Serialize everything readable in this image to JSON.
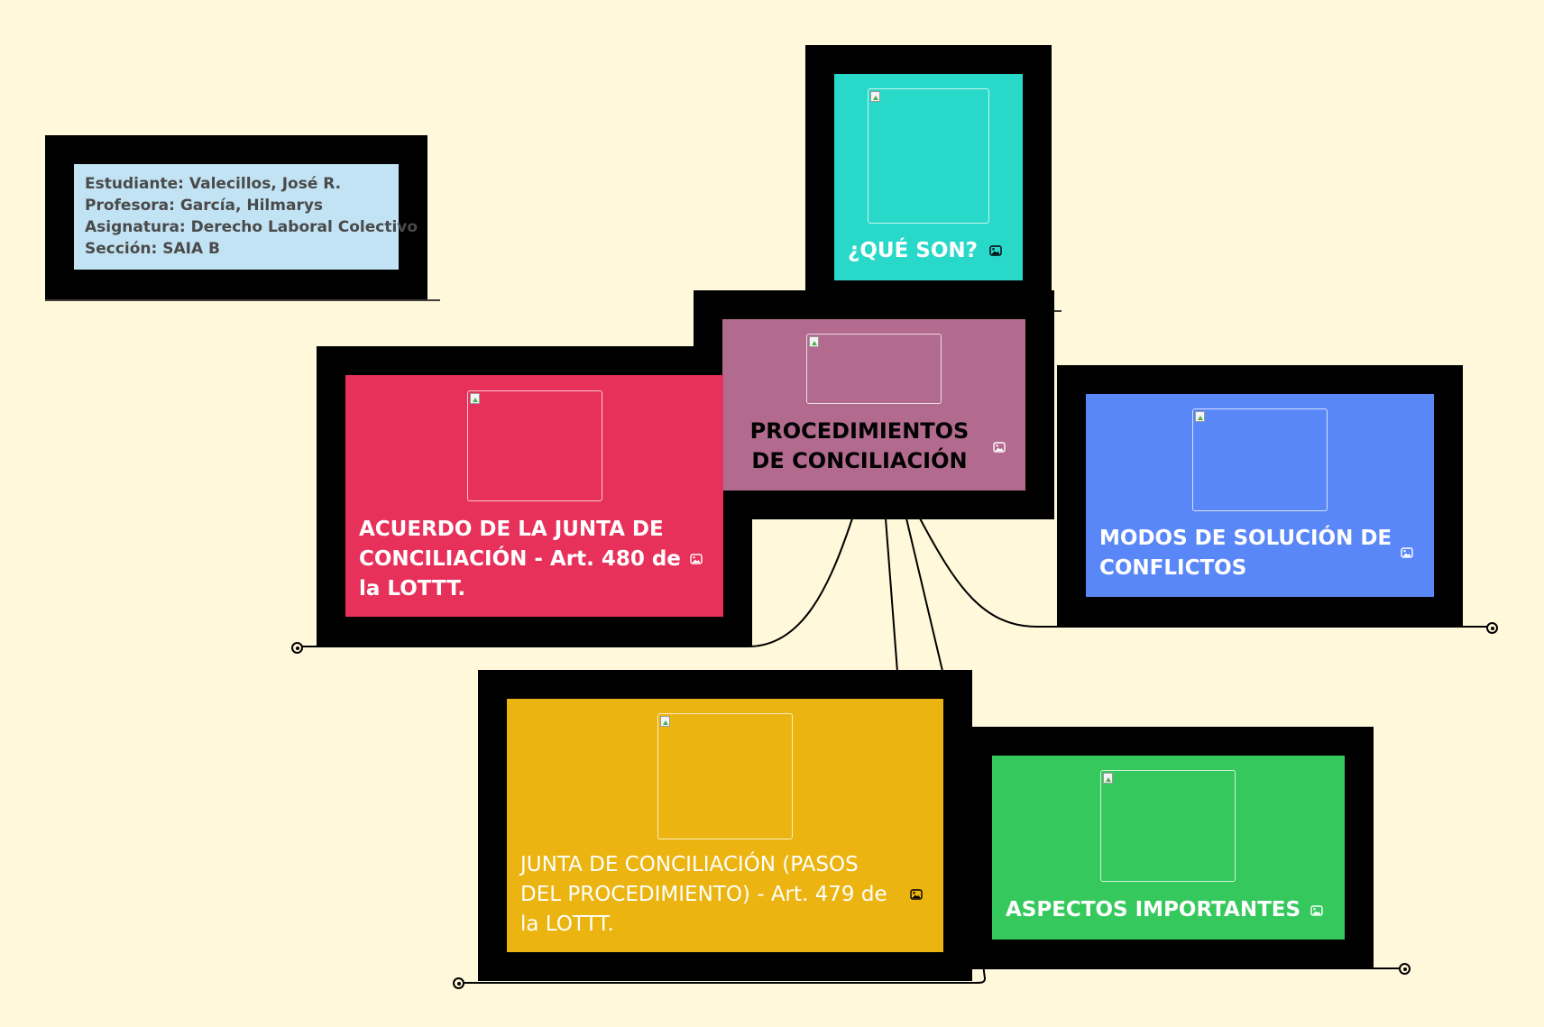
{
  "colors": {
    "background": "#FFF8DA",
    "frame": "#000000",
    "info_box": "#C2E3F4",
    "que_son": "#28D8C8",
    "central": "#B26B8F",
    "acuerdo": "#E7305A",
    "modos": "#5987F7",
    "junta": "#EBB410",
    "aspectos": "#35C95D"
  },
  "info_box": {
    "lines": [
      "Estudiante: Valecillos, José R.",
      "Profesora: García, Hilmarys",
      "Asignatura: Derecho Laboral Colectivo",
      "Sección: SAIA B"
    ]
  },
  "nodes": {
    "central": {
      "label": "PROCEDIMIENTOS DE CONCILIACIÓN",
      "icon": "image-icon"
    },
    "que_son": {
      "label": "¿QUÉ SON?",
      "icon": "image-icon"
    },
    "acuerdo": {
      "label": "ACUERDO DE LA JUNTA DE CONCILIACIÓN - Art. 480 de la LOTTT.",
      "icon": "image-icon"
    },
    "modos": {
      "label": "MODOS DE SOLUCIÓN DE CONFLICTOS",
      "icon": "image-icon"
    },
    "junta": {
      "label": "JUNTA DE CONCILIACIÓN (PASOS DEL PROCEDIMIENTO) - Art. 479 de la LOTTT.",
      "icon": "image-icon"
    },
    "aspectos": {
      "label": "ASPECTOS IMPORTANTES",
      "icon": "image-icon"
    }
  }
}
